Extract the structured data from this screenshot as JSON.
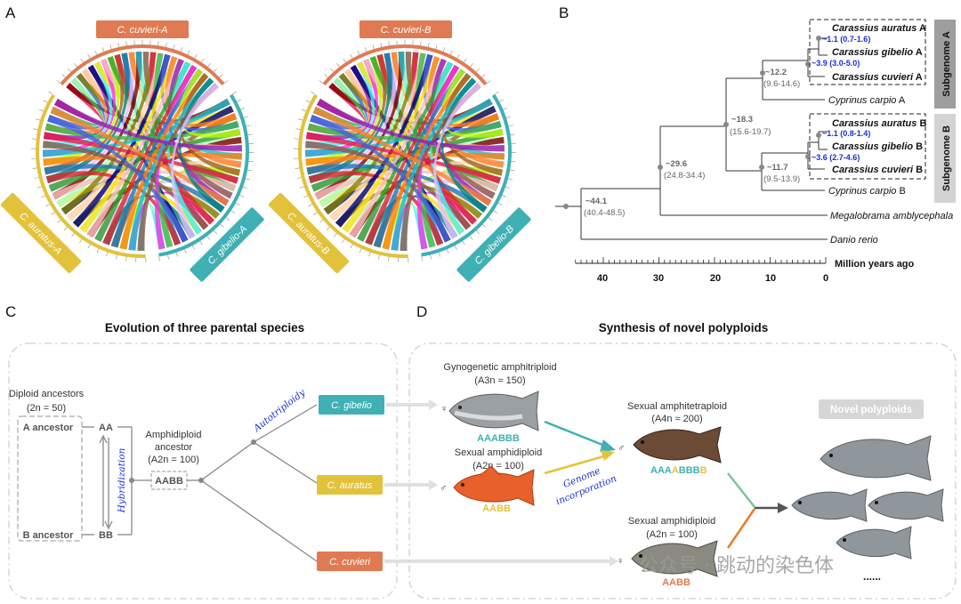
{
  "panels": {
    "A": {
      "letter": "A",
      "circos_left": {
        "top_label": "C. cuvieri-A",
        "left_label": "C. auratus-A",
        "right_label": "C. gibelio-A",
        "top_color": "#e07a52",
        "left_color": "#e3c23b",
        "right_color": "#3fb0b3"
      },
      "circos_right": {
        "top_label": "C. cuvieri-B",
        "left_label": "C. auratus-B",
        "right_label": "C. gibelio-B",
        "top_color": "#e07a52",
        "left_color": "#e3c23b",
        "right_color": "#3fb0b3"
      }
    },
    "B": {
      "letter": "B",
      "taxa": [
        {
          "name": "Carassius auratus",
          "suffix": " A",
          "bold": true
        },
        {
          "name": "Carassius gibelio",
          "suffix": " A",
          "bold": true
        },
        {
          "name": "Carassius cuvieri",
          "suffix": " A",
          "bold": true
        },
        {
          "name": "Cyprinus carpio",
          "suffix": " A",
          "bold": false
        },
        {
          "name": "Carassius auratus",
          "suffix": " B",
          "bold": true
        },
        {
          "name": "Carassius gibelio",
          "suffix": " B",
          "bold": true
        },
        {
          "name": "Carassius cuvieri",
          "suffix": " B",
          "bold": true
        },
        {
          "name": "Cyprinus carpio",
          "suffix": " B",
          "bold": false
        },
        {
          "name": "Megalobrama amblycephala",
          "suffix": "",
          "bold": false
        },
        {
          "name": "Danio rerio",
          "suffix": "",
          "bold": false
        }
      ],
      "nodes": [
        {
          "age": "~1.1",
          "ci": "(0.7-1.6)",
          "blue": true
        },
        {
          "age": "~3.9",
          "ci": "(3.0-5.0)",
          "blue": true
        },
        {
          "age": "~12.2",
          "ci": "(9.6-14.6)",
          "blue": false
        },
        {
          "age": "~1.1",
          "ci": "(0.8-1.4)",
          "blue": true
        },
        {
          "age": "~3.6",
          "ci": "(2.7-4.6)",
          "blue": true
        },
        {
          "age": "~11.7",
          "ci": "(9.5-13.9)",
          "blue": false
        },
        {
          "age": "~18.3",
          "ci": "(15.6-19.7)",
          "blue": false
        },
        {
          "age": "~29.6",
          "ci": "(24.8-34.4)",
          "blue": false
        },
        {
          "age": "~44.1",
          "ci": "(40.4-48.5)",
          "blue": false
        }
      ],
      "subgenome_a": "Subgenome A",
      "subgenome_b": "Subgenome B",
      "axis_label": "Million years ago",
      "axis_ticks": [
        "40",
        "30",
        "20",
        "10",
        "0"
      ]
    },
    "C": {
      "letter": "C",
      "title": "Evolution of three parental species",
      "diploid_ancestors": "Diploid ancestors",
      "diploid_2n": "(2n = 50)",
      "a_ancestor": "A ancestor",
      "b_ancestor": "B ancestor",
      "aa": "AA",
      "bb": "BB",
      "hybridization": "Hybridization",
      "amphidiploid_line1": "Amphidiploid",
      "amphidiploid_line2": "ancestor",
      "amphidiploid_2n": "(A2n = 100)",
      "aabb": "AABB",
      "autotriploidy": "Autotriploidy",
      "tags": [
        {
          "label": "C. gibelio",
          "color": "#3fb0b3"
        },
        {
          "label": "C. auratus",
          "color": "#e3c23b"
        },
        {
          "label": "C. cuvieri",
          "color": "#e07a52"
        }
      ]
    },
    "D": {
      "letter": "D",
      "title": "Synthesis of novel polyploids",
      "gyno_line1": "Gynogenetic amphitriploid",
      "gyno_line2": "(A3n ≈ 150)",
      "gyno_geno": "AAABBB",
      "gyno_sex": "♀",
      "sexdip_line1": "Sexual amphidiploid",
      "sexdip_line2": "(A2n = 100)",
      "sexdip_geno": "AABB",
      "sexdip_sex": "♂",
      "genome_inc_1": "Genome",
      "genome_inc_2": "incorporation",
      "tetra_line1": "Sexual amphitetraploid",
      "tetra_line2": "(A4n ≈ 200)",
      "tetra_sex": "♂",
      "tetra_geno_1": "AAA",
      "tetra_geno_2": "A",
      "tetra_geno_3": "BBB",
      "tetra_geno_4": "B",
      "sexdip2_line1": "Sexual amphidiploid",
      "sexdip2_line2": "(A2n = 100)",
      "sexdip2_geno": "AABB",
      "sexdip2_sex": "♀",
      "novel_label": "Novel polyploids",
      "ellipsis": "......"
    }
  },
  "watermark": "公众号 · 跳动的染色体"
}
